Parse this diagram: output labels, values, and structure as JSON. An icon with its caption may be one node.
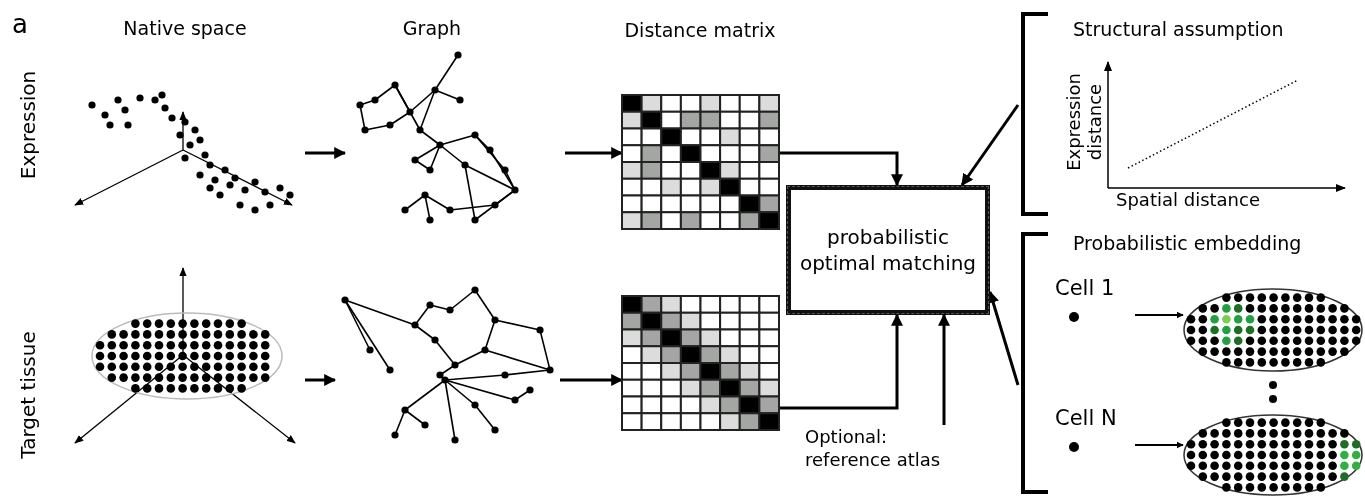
{
  "diagram": {
    "nodes": [
      {
        "text": [],
        "shape": "picture"
      },
      {
        "text": [],
        "shape": "picture"
      },
      {
        "text": [],
        "shape": "picture"
      },
      {
        "text": [],
        "shape": "picture"
      },
      {
        "text": [],
        "shape": "picture"
      },
      {
        "text": [],
        "shape": "picture"
      },
      {
        "text": [
          "probabilistic optimal matching"
        ]
      },
      {
        "text": [
          "Optional: reference atlas"
        ]
      },
      {
        "text": [
          "Structural assumption"
        ]
      },
      {
        "text": [
          "Probabilistic embedding"
        ]
      },
      {
        "text": [
          "Cell 1"
        ],
        "in": 9
      },
      {
        "text": [],
        "shape": "picture",
        "in": 9
      },
      {
        "text": [
          "Cell N"
        ],
        "in": 9
      },
      {
        "text": [],
        "shape": "picture",
        "in": 9
      }
    ],
    "edges": [
      {
        "from": 0,
        "to": 1,
        "arrow": "to"
      },
      {
        "from": 1,
        "to": 2,
        "arrow": "to"
      },
      {
        "from": 3,
        "to": 4,
        "arrow": "to"
      },
      {
        "from": 4,
        "to": 5,
        "arrow": "to"
      },
      {
        "from": 2,
        "to": 6,
        "arrow": "to"
      },
      {
        "from": 5,
        "to": 6,
        "arrow": "to"
      },
      {
        "from": 7,
        "to": 6,
        "arrow": "to"
      },
      {
        "from": 8,
        "to": 6,
        "arrow": "to"
      },
      {
        "from": 9,
        "to": 6,
        "arrow": "to"
      },
      {
        "from": 10,
        "to": 11,
        "arrow": "to"
      },
      {
        "from": 12,
        "to": 13,
        "arrow": "to"
      }
    ],
    "labels": [
      "a",
      "Native space",
      "Graph",
      "Distance matrix",
      "Expression",
      "Target tissue",
      "Expression distance",
      "Spatial distance"
    ]
  }
}
